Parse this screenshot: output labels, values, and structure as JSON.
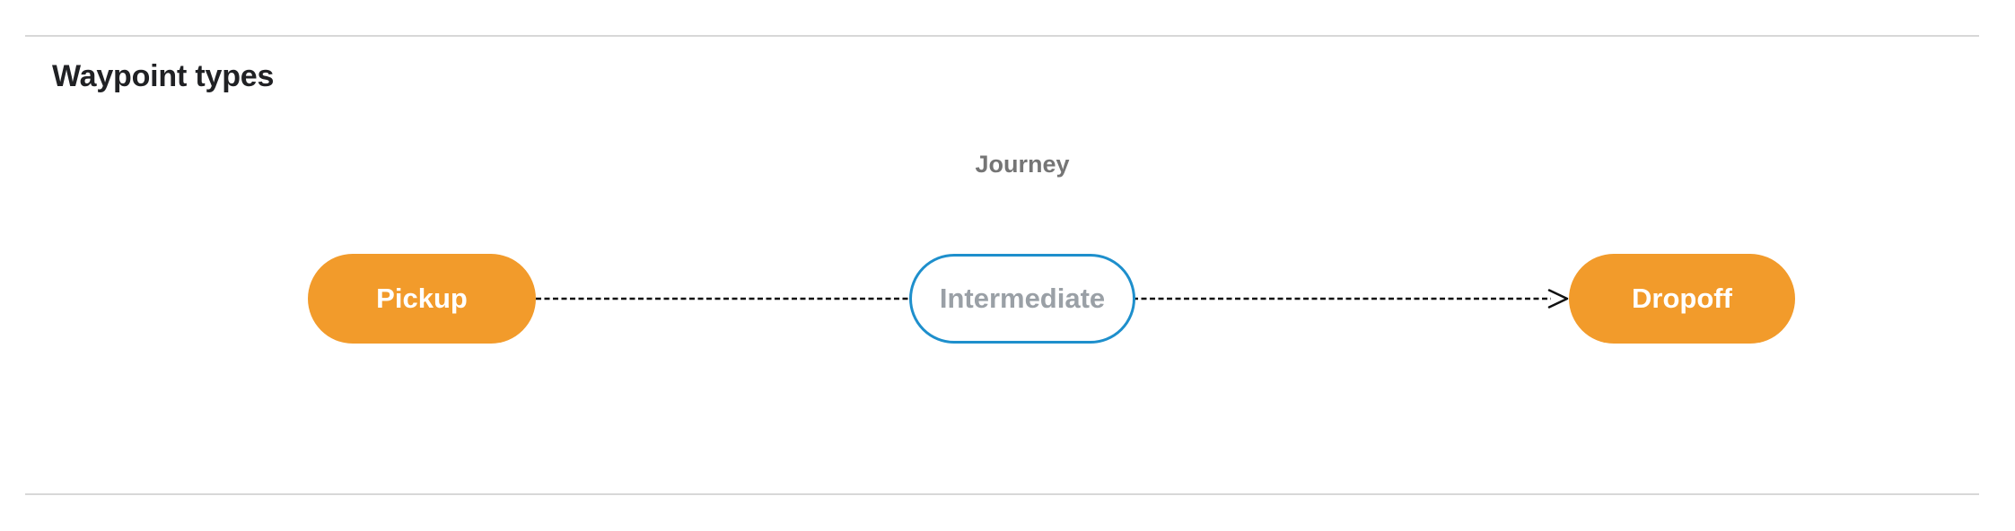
{
  "page": {
    "heading": "Waypoint types"
  },
  "diagram": {
    "title": "Journey",
    "nodes": [
      {
        "id": "pickup",
        "label": "Pickup",
        "style": "filled"
      },
      {
        "id": "intermediate",
        "label": "Intermediate",
        "style": "outlined"
      },
      {
        "id": "dropoff",
        "label": "Dropoff",
        "style": "filled"
      }
    ],
    "edge": {
      "from": "pickup",
      "through": "intermediate",
      "to": "dropoff",
      "line_style": "dashed",
      "arrowhead": "vee"
    }
  },
  "colors": {
    "node_fill_orange": "#F29B2B",
    "node_outline_blue": "#1E8FCC",
    "node_text_white": "#FFFFFF",
    "node_text_gray": "#9AA0A6",
    "journey_label_gray": "#757575",
    "heading_dark": "#202124",
    "connector_black": "#111111",
    "divider_gray": "#D8D8D8"
  }
}
